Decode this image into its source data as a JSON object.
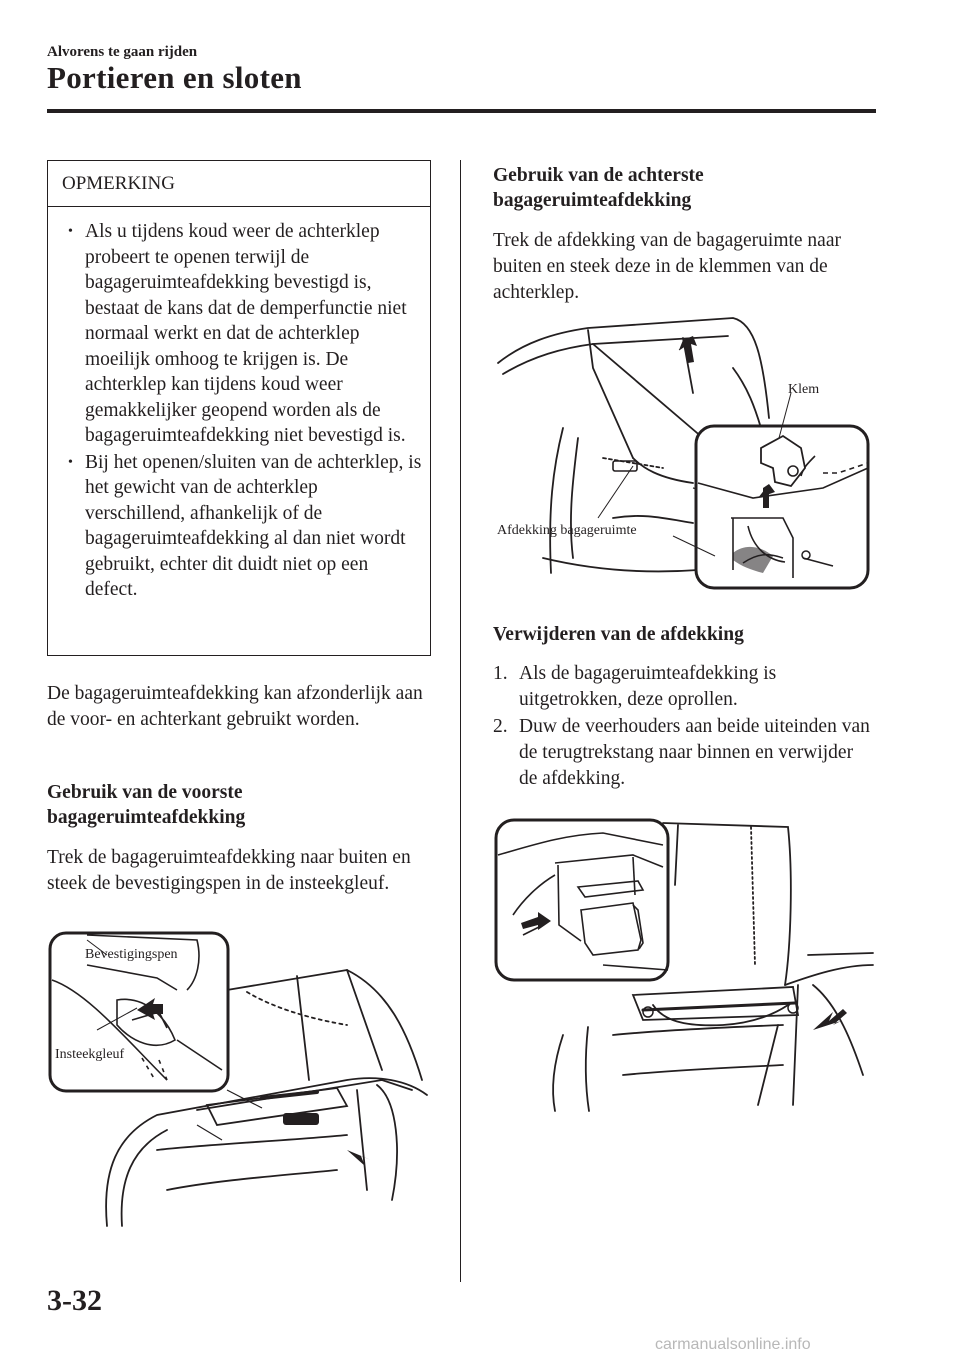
{
  "header": {
    "chapter": "Alvorens te gaan rijden",
    "title": "Portieren en sloten"
  },
  "note": {
    "heading": "OPMERKING",
    "items": [
      "Als u tijdens koud weer de achterklep probeert te openen terwijl de bagageruimteafdekking bevestigd is, bestaat de kans dat de demperfunctie niet normaal werkt en dat de achterklep moeilijk omhoog te krijgen is. De achterklep kan tijdens koud weer gemakkelijker geopend worden als de bagageruimteafdekking niet bevestigd is.",
      "Bij het openen/sluiten van de achterklep, is het gewicht van de achterklep verschillend, afhankelijk of de bagageruimteafdekking al dan niet wordt gebruikt, echter dit duidt niet op een defect."
    ]
  },
  "left": {
    "intro": "De bagageruimteafdekking kan afzonderlijk aan de voor- en achterkant gebruikt worden.",
    "front_heading": "Gebruik van de voorste bagageruimteafdekking",
    "front_text": "Trek de bagageruimteafdekking naar buiten en steek de bevestigingspen in de insteekgleuf.",
    "fig1_labels": {
      "pin": "Bevestigingspen",
      "slot": "Insteekgleuf"
    }
  },
  "right": {
    "rear_heading": "Gebruik van de achterste bagageruimteafdekking",
    "rear_text": "Trek de afdekking van de bagageruimte naar buiten en steek deze in de klemmen van de achterklep.",
    "fig2_labels": {
      "clip": "Klem",
      "cover": "Afdekking bagageruimte"
    },
    "remove_heading": "Verwijderen van de afdekking",
    "steps": [
      {
        "num": "1.",
        "text": "Als de bagageruimteafdekking is uitgetrokken, deze oprollen."
      },
      {
        "num": "2.",
        "text": "Duw de veerhouders aan beide uiteinden van de terugtrekstang naar binnen en verwijder de afdekking."
      }
    ]
  },
  "footer": {
    "page_number": "3-32",
    "watermark": "carmanualsonline.info"
  }
}
